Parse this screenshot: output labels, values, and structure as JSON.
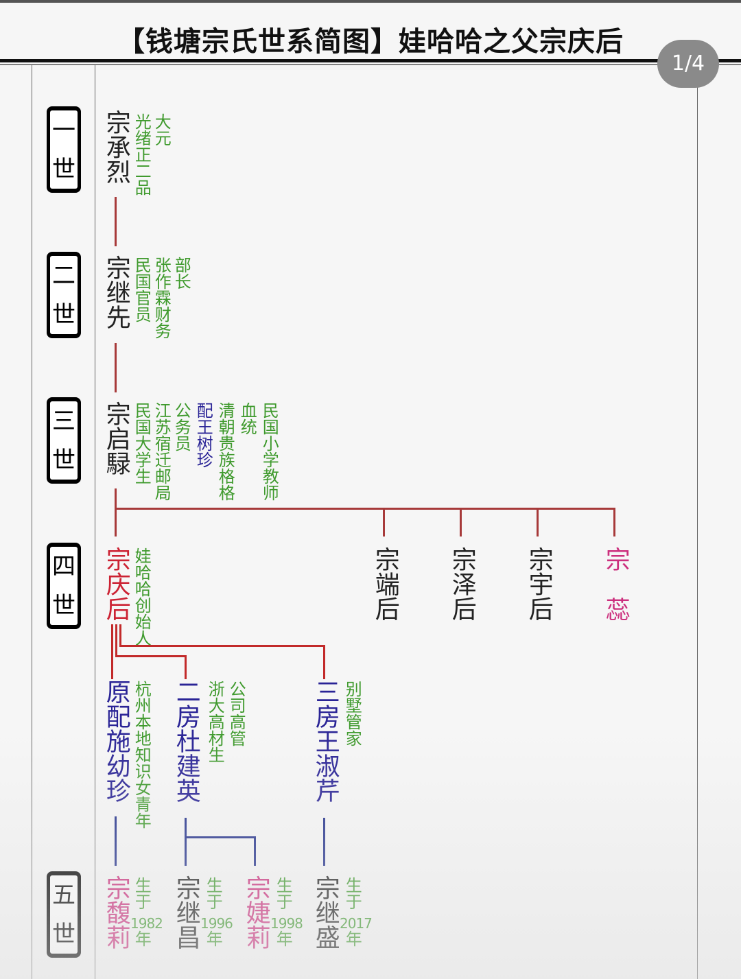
{
  "title": "【钱塘宗氏世系简图】娃哈哈之父宗庆后",
  "page_indicator": "1/4",
  "generations": [
    {
      "line1": "一",
      "line2": "世"
    },
    {
      "line1": "二",
      "line2": "世"
    },
    {
      "line1": "三",
      "line2": "世"
    },
    {
      "line1": "四",
      "line2": "世"
    },
    {
      "line1": "五",
      "line2": "世"
    }
  ],
  "gen1": {
    "name": "宗承烈",
    "notes": [
      "光绪正二品",
      "大元"
    ]
  },
  "gen2": {
    "name": "宗继先",
    "notes": [
      "民国官员",
      "张作霖财务",
      "部长"
    ]
  },
  "gen3": {
    "name": "宗启騄",
    "notes": [
      "民国大学生",
      "江苏宿迁邮局",
      "公务员"
    ],
    "spouse": "配王树珍",
    "spouse_notes": [
      "清朝贵族格格",
      "血统",
      "民国小学教师"
    ]
  },
  "gen4": {
    "main": {
      "name": "宗庆后",
      "note": "娃哈哈创始人"
    },
    "siblings": [
      "宗端后",
      "宗泽后",
      "宗宇后"
    ],
    "sister_given": "蕊",
    "sister_surname": "宗"
  },
  "spouses": [
    {
      "name": "原配施幼珍",
      "notes": [
        "杭州本地知识女青年"
      ]
    },
    {
      "name": "二房杜建英",
      "notes": [
        "浙大高材生",
        "公司高管"
      ]
    },
    {
      "name": "三房王淑芹",
      "notes": [
        "别墅管家"
      ]
    }
  ],
  "gen5": [
    {
      "name": "宗馥莉",
      "born_label": "生于",
      "year": "1982",
      "year_suffix": "年"
    },
    {
      "name": "宗继昌",
      "born_label": "生于",
      "year": "1996",
      "year_suffix": "年"
    },
    {
      "name": "宗婕莉",
      "born_label": "生于",
      "year": "1998",
      "year_suffix": "年"
    },
    {
      "name": "宗继盛",
      "born_label": "生于",
      "year": "2017",
      "year_suffix": "年"
    }
  ],
  "colors": {
    "name": "#222222",
    "note": "#3f9a2d",
    "spouse": "#2a2496",
    "highlight": "#cc2233",
    "daughter": "#cc2f7d",
    "line": "#a73a3a",
    "spouse_line": "#23318c"
  }
}
